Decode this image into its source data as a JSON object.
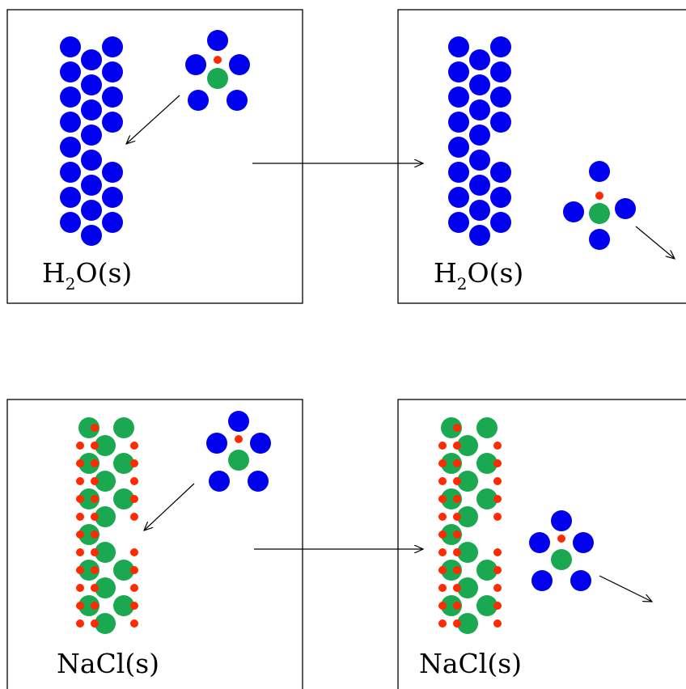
{
  "colors": {
    "blue": "#0000ee",
    "green": "#1aa850",
    "red": "#ff2a00",
    "border": "#000000",
    "background": "#ffffff"
  },
  "panels": {
    "top_left": {
      "label_main": "H",
      "label_sub": "2",
      "label_rest": "O(s)"
    },
    "top_right": {
      "label_main": "H",
      "label_sub": "2",
      "label_rest": "O(s)"
    },
    "bottom_left": {
      "label": "NaCl(s)"
    },
    "bottom_right": {
      "label": "NaCl(s)"
    }
  }
}
